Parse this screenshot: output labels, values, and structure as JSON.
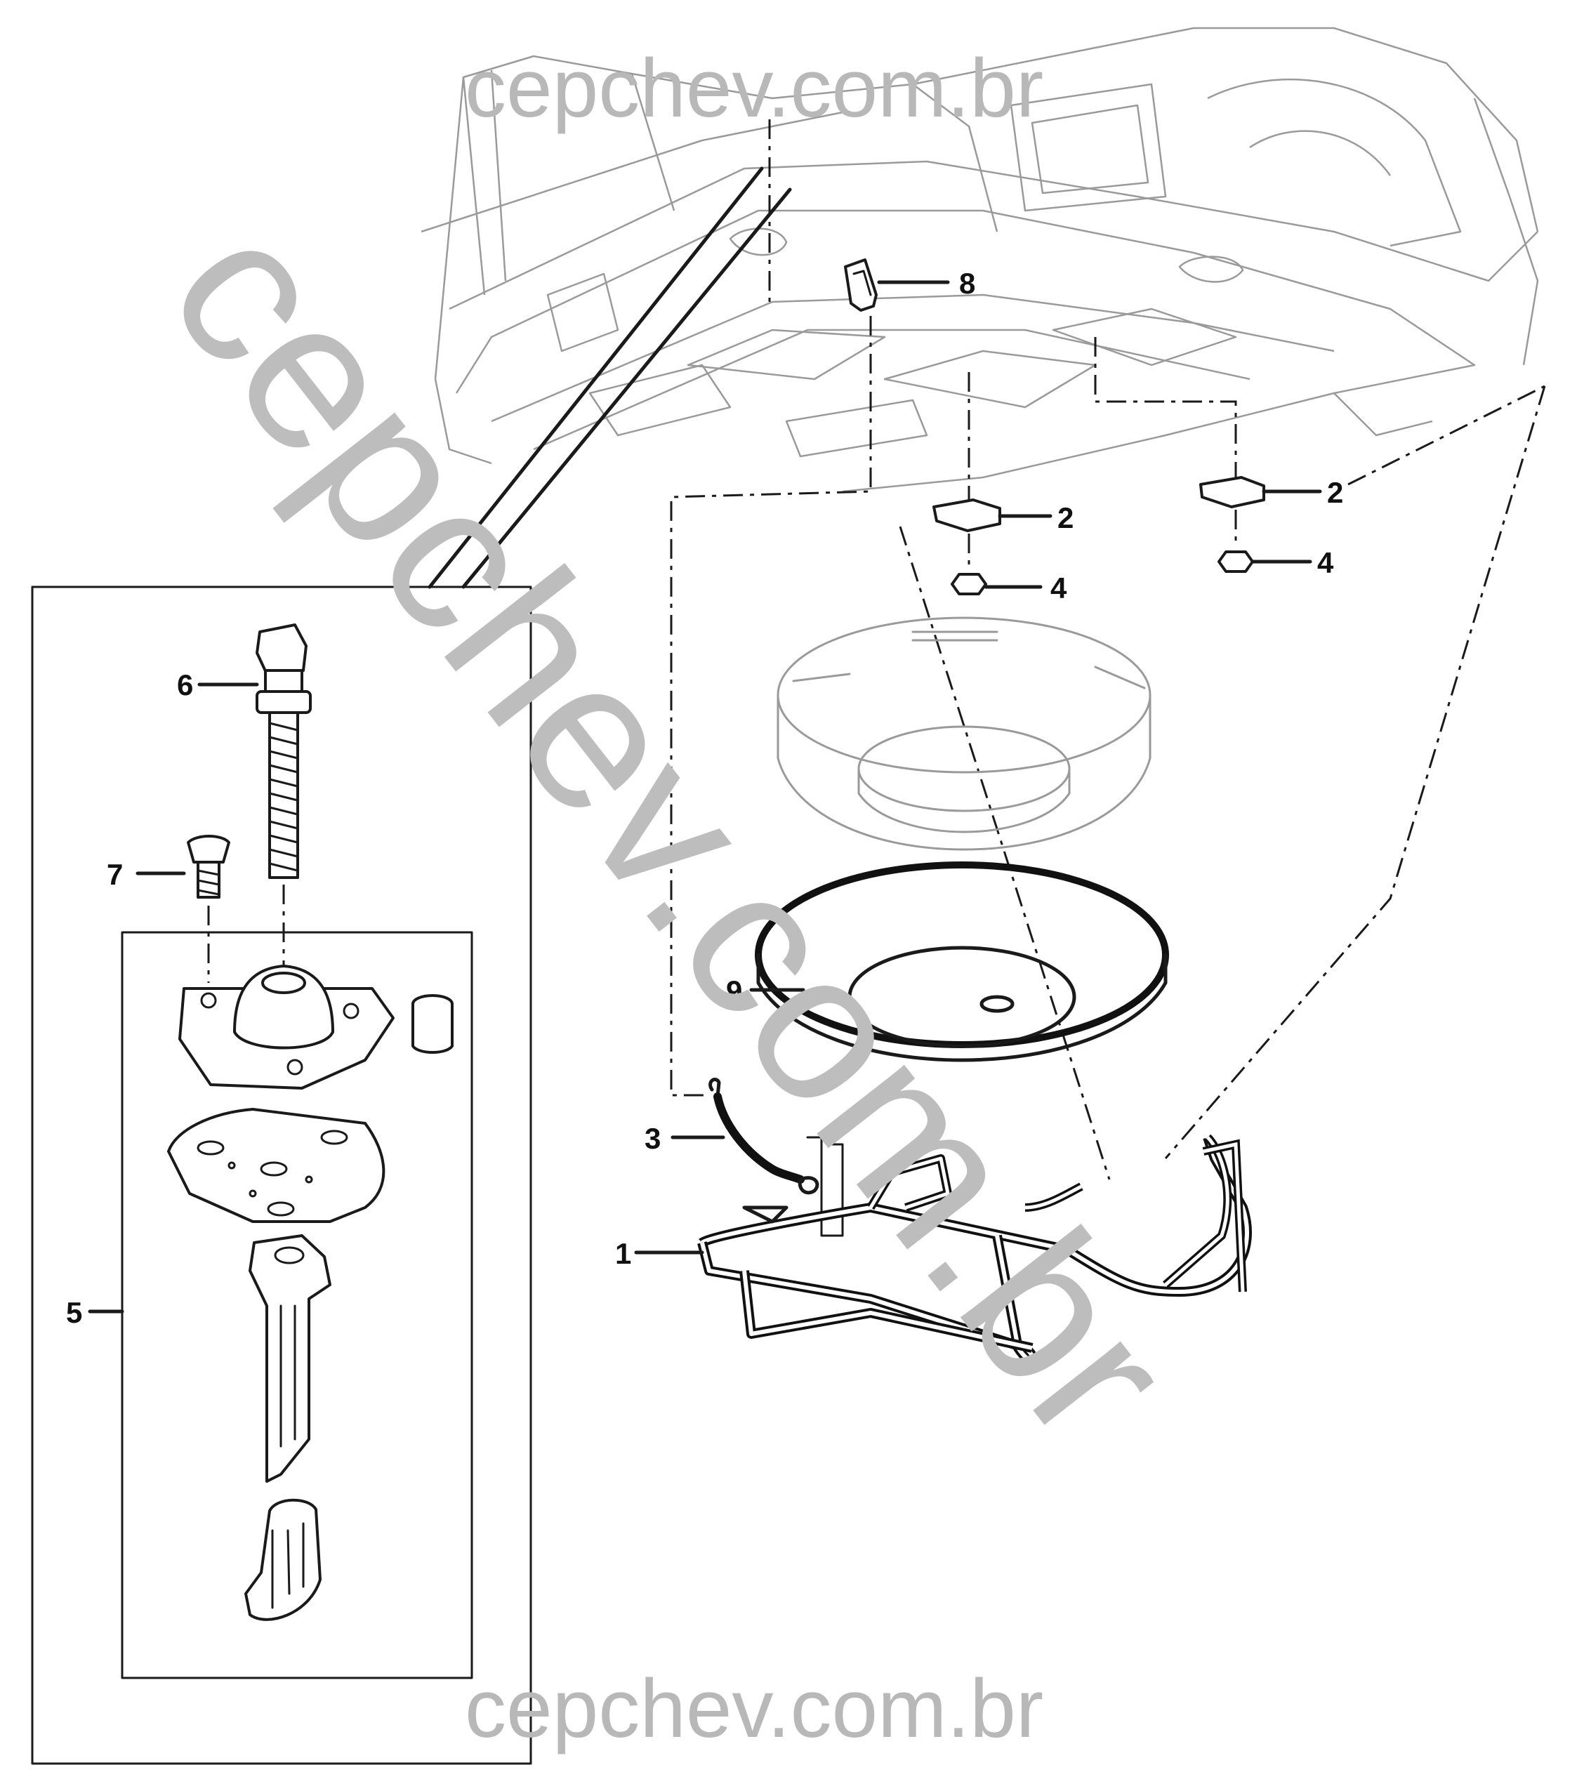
{
  "callouts": {
    "c1": "1",
    "c2a": "2",
    "c2b": "2",
    "c3": "3",
    "c4a": "4",
    "c4b": "4",
    "c5": "5",
    "c6": "6",
    "c7": "7",
    "c8": "8",
    "c9": "9"
  },
  "watermarks": {
    "top": "cepchev.com.br",
    "diagonal": "cepchev.com.br",
    "bottom": "cepchev.com.br"
  }
}
